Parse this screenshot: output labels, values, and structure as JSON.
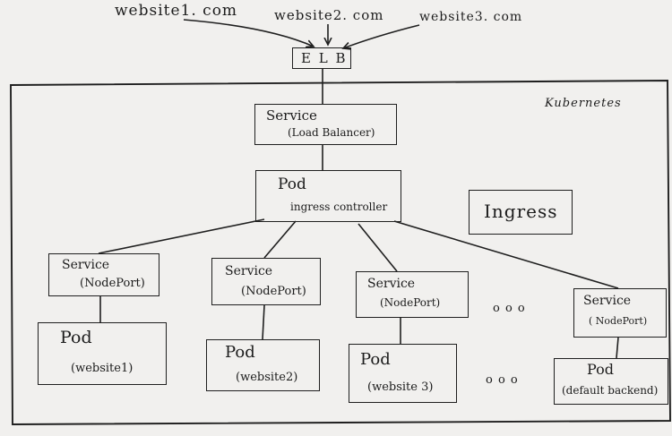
{
  "sources": [
    "website1. com",
    "website2. com",
    "website3. com"
  ],
  "elb": "E L B",
  "cluster_label": "Kubernetes",
  "lb_service": {
    "title": "Service",
    "subtitle": "(Load Balancer)"
  },
  "ingress_pod": {
    "title": "Pod",
    "subtitle": "ingress controller"
  },
  "ingress": "Ingress",
  "services": [
    {
      "title": "Service",
      "subtitle": "(NodePort)"
    },
    {
      "title": "Service",
      "subtitle": "(NodePort)"
    },
    {
      "title": "Service",
      "subtitle": "(NodePort)"
    },
    {
      "title": "Service",
      "subtitle": "( NodePort)"
    }
  ],
  "pods": [
    {
      "title": "Pod",
      "subtitle": "(website1)"
    },
    {
      "title": "Pod",
      "subtitle": "(website2)"
    },
    {
      "title": "Pod",
      "subtitle": "(website 3)"
    },
    {
      "title": "Pod",
      "subtitle": "(default backend)"
    }
  ],
  "ellipsis": "o o o"
}
